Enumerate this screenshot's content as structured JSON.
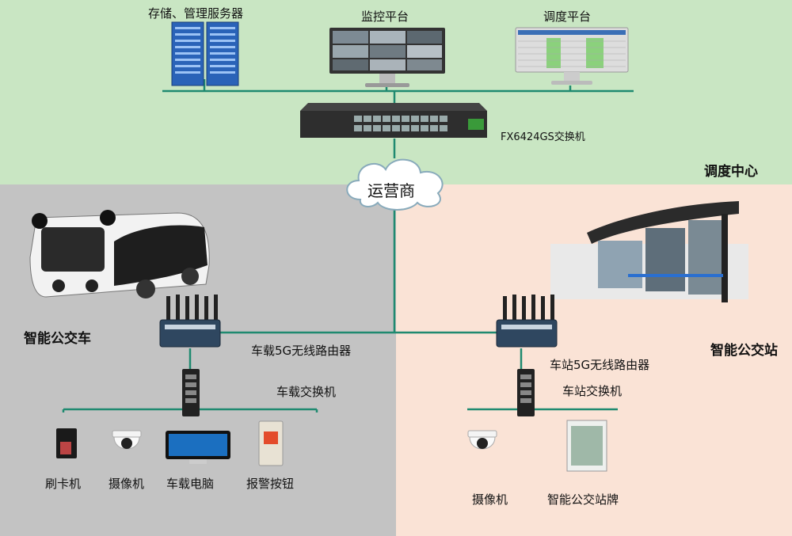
{
  "labels": {
    "storage_server": "存储、管理服务器",
    "monitor_platform": "监控平台",
    "dispatch_platform": "调度平台",
    "switch_model": "FX6424GS交换机",
    "dispatch_center": "调度中心",
    "carrier": "运营商",
    "smart_bus": "智能公交车",
    "bus_router": "车载5G无线路由器",
    "bus_switch": "车载交换机",
    "card_reader": "刷卡机",
    "bus_camera": "摄像机",
    "bus_computer": "车载电脑",
    "alarm_button": "报警按钮",
    "smart_station": "智能公交站",
    "station_router": "车站5G无线路由器",
    "station_switch": "车站交换机",
    "station_camera": "摄像机",
    "station_sign": "智能公交站牌"
  },
  "colors": {
    "dispatch_zone": "#c9e6c3",
    "bus_zone": "#c3c3c3",
    "station_zone": "#fae3d6",
    "link_line": "#1f8a70"
  }
}
